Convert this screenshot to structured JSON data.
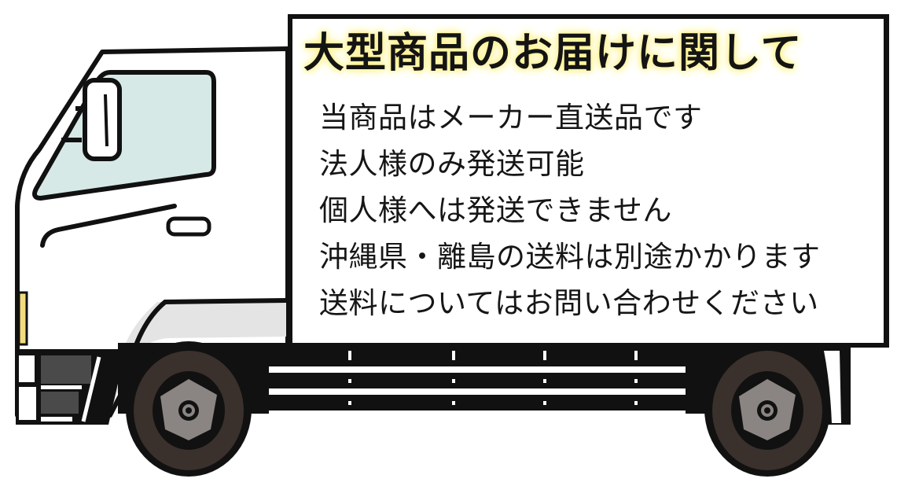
{
  "sign": {
    "title": "大型商品のお届けに関して",
    "lines": [
      "当商品はメーカー直送品です",
      "法人様のみ発送可能",
      "個人様へは発送できません",
      "沖縄県・離島の送料は別途かかります",
      "送料についてはお問い合わせください"
    ]
  },
  "colors": {
    "outline": "#111111",
    "body": "#ffffff",
    "window": "#d6e9e6",
    "fender": "#e4e4e4",
    "grille": "#4a4a4a",
    "tire": "#3a302c",
    "hub": "#8a8583",
    "marker_light": "#f3dc7e",
    "title_glow": "#fff07a"
  },
  "icons": {
    "truck": "delivery-truck-illustration"
  }
}
